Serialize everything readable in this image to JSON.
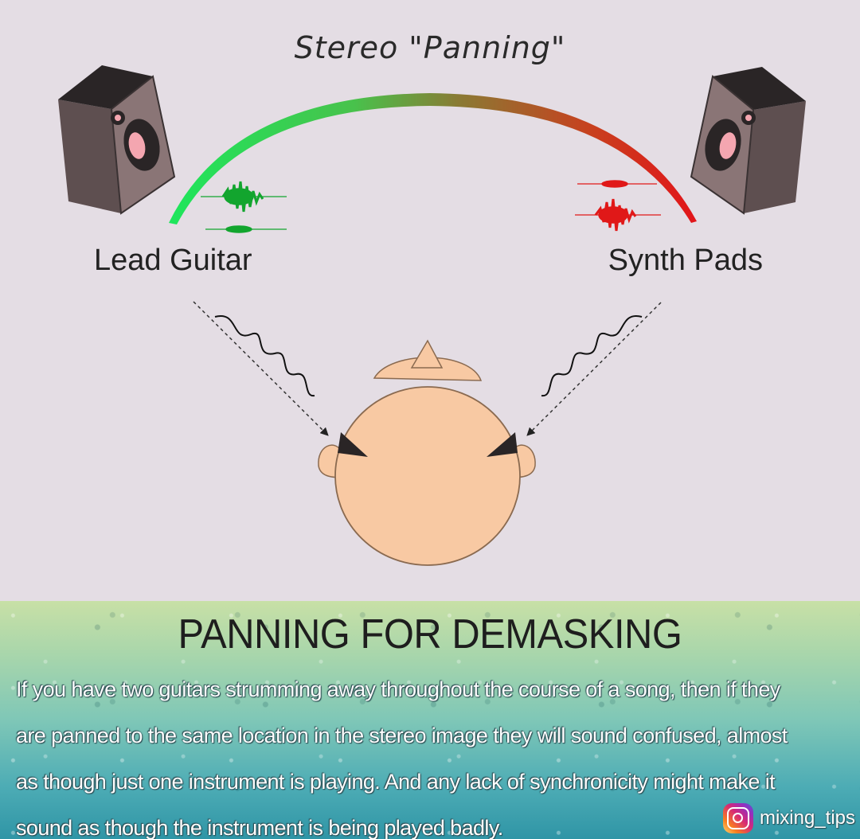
{
  "diagram": {
    "title": "Stereo \"Panning\"",
    "left_label": "Lead Guitar",
    "right_label": "Synth Pads",
    "colors": {
      "left_channel": "#22dd5a",
      "right_channel": "#e0201e",
      "speaker_face": "#8a7576",
      "speaker_top": "#2a2526",
      "head_skin": "#f8c9a3",
      "background": "#e4dde4"
    },
    "icons": [
      "speaker-icon",
      "waveform-icon",
      "head-icon",
      "sound-wave-icon"
    ]
  },
  "panel": {
    "title": "PANNING FOR DEMASKING",
    "body_lines": [
      "If you have two guitars strumming away throughout the course of a song, then if they",
      "are panned to the same location in the stereo image they will sound confused, almost",
      "as though just one instrument is playing. And any lack of synchronicity might make it",
      "sound as though the instrument is being played badly."
    ],
    "credit_handle": "mixing_tips"
  }
}
